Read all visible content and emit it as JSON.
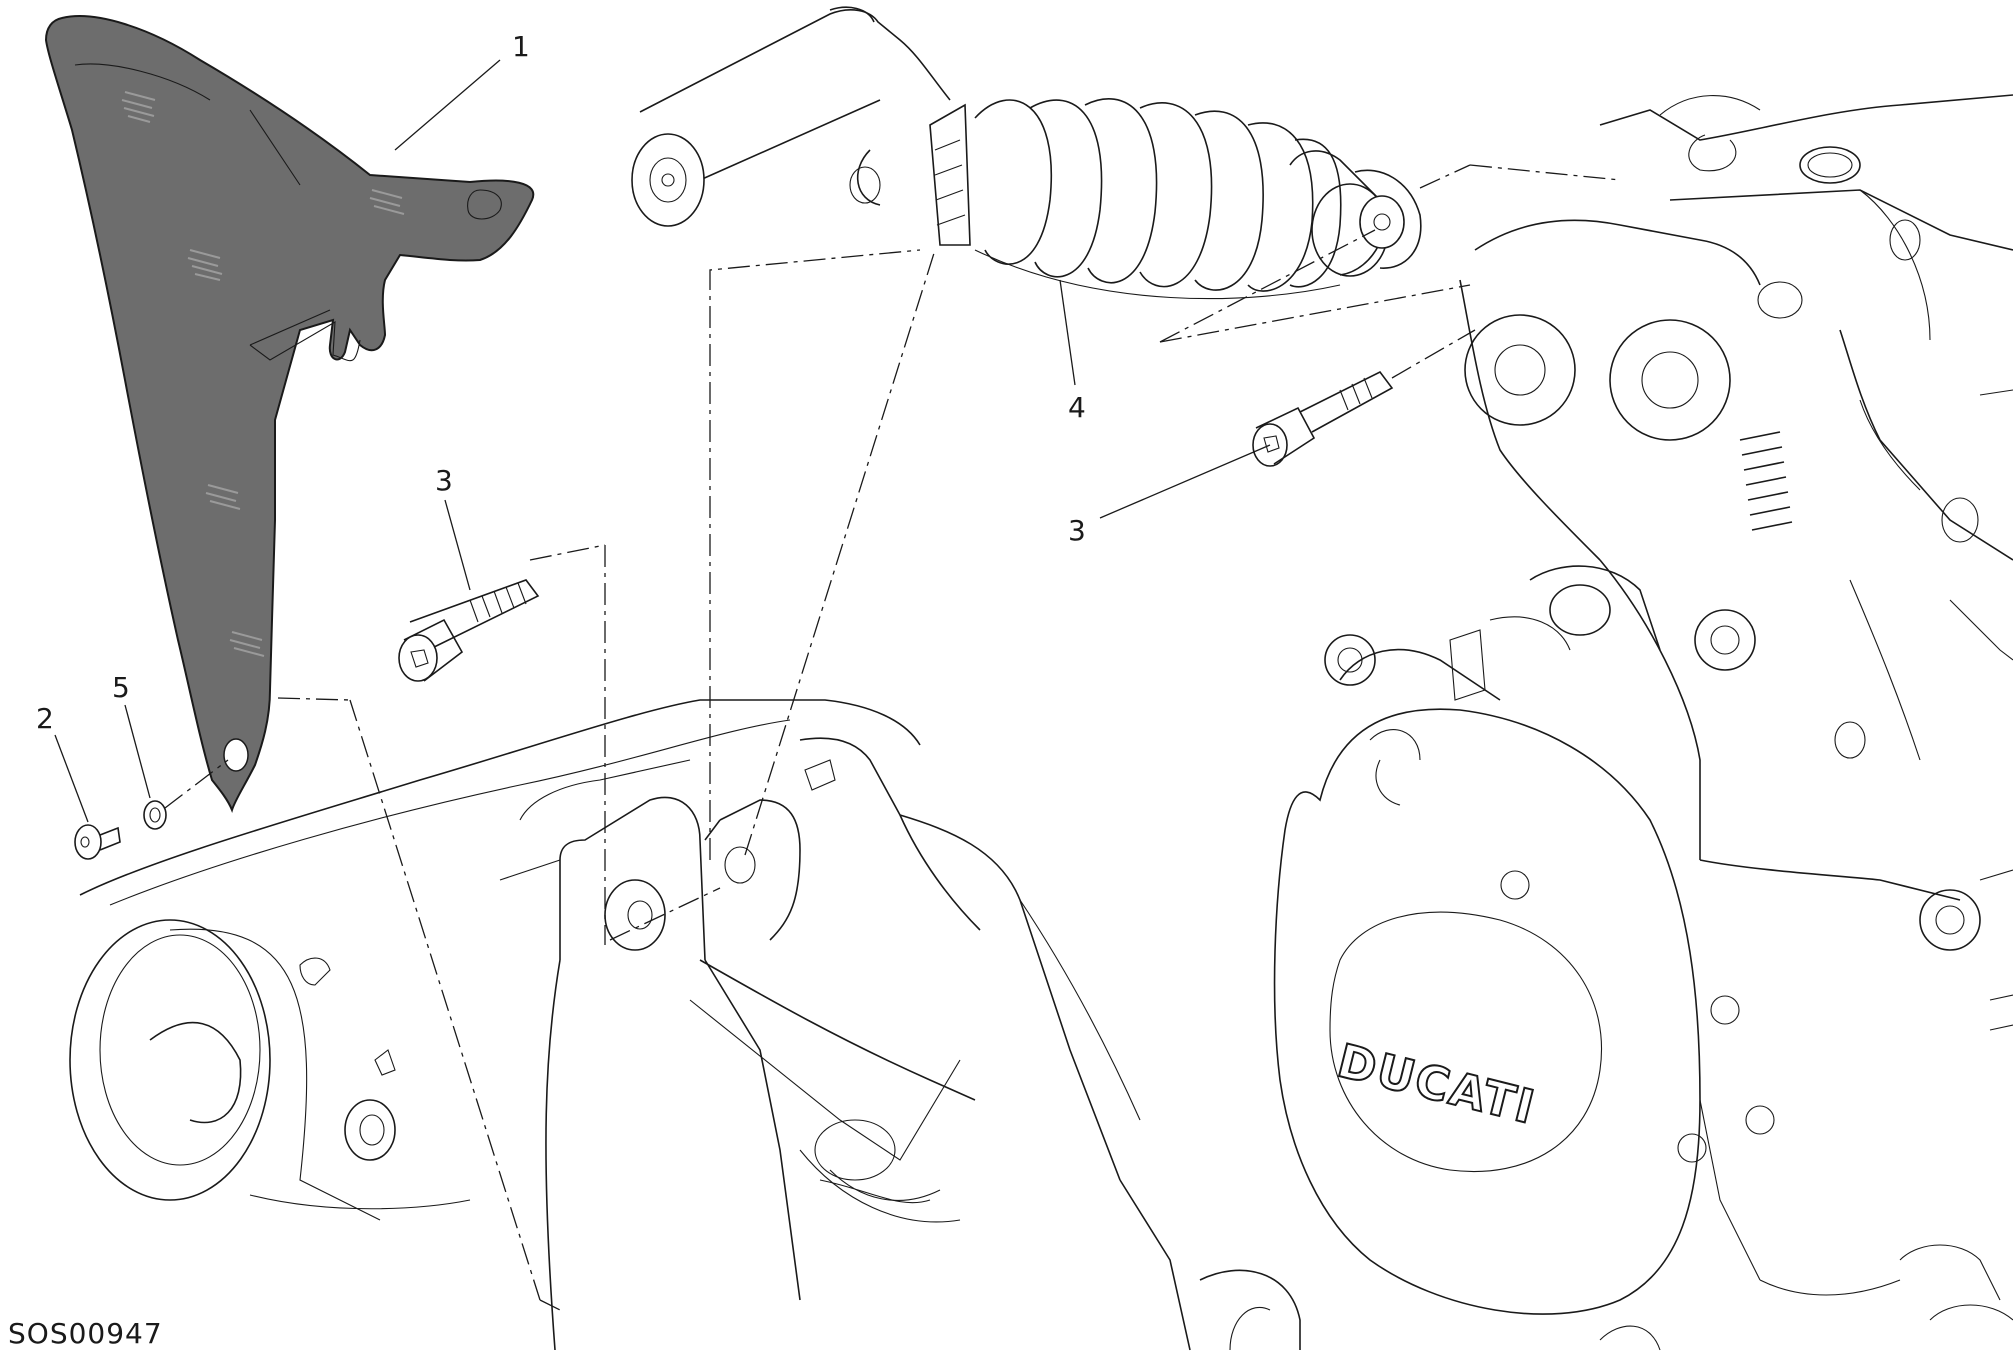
{
  "diagram": {
    "callouts": [
      {
        "id": "1",
        "text": "1"
      },
      {
        "id": "2",
        "text": "2"
      },
      {
        "id": "3a",
        "text": "3"
      },
      {
        "id": "3b",
        "text": "3"
      },
      {
        "id": "4",
        "text": "4"
      },
      {
        "id": "5",
        "text": "5"
      }
    ],
    "drawing_code": "SOS00947",
    "engine_logo_text": "DUCATI",
    "colors": {
      "line": "#1a1a1a",
      "hugger_fill": "#6d6d6d",
      "background": "#ffffff"
    }
  }
}
